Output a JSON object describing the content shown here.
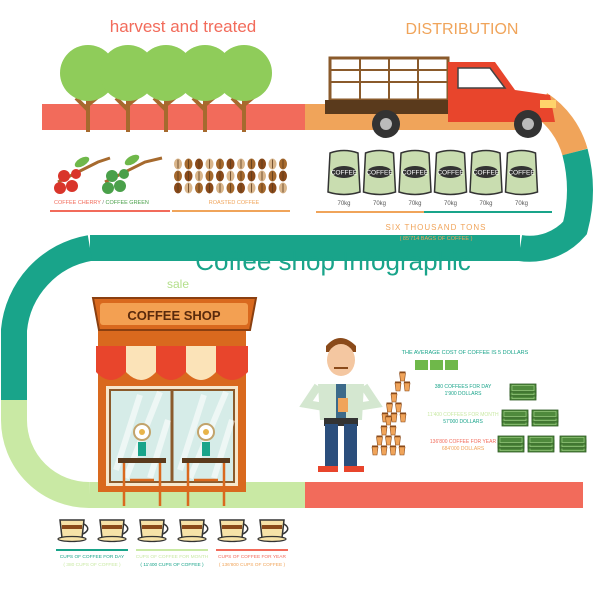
{
  "colors": {
    "salmon": "#f26b5b",
    "orange": "#f0a45a",
    "teal": "#19a48a",
    "lightgreen": "#c9e9a4",
    "tree_green": "#8fcc5a",
    "trunk": "#a66a2e",
    "truck_red": "#e8452c",
    "bag_green": "#c9ddb0",
    "shop_orange": "#d9691e",
    "money_green": "#4f8a3c"
  },
  "headings": {
    "harvest": "harvest and treated",
    "distribution": "DISTRIBUTION",
    "title": "Coffee shop Infographic",
    "sale": "sale"
  },
  "harvest": {
    "cherry_label_red": "COFFEE CHERRY",
    "cherry_sep": " / ",
    "cherry_label_green": "COFFEE GREEN",
    "roasted_label": "ROASTED COFFEE"
  },
  "distribution": {
    "bag_text": "COFFEE",
    "bag_weights": [
      "70kg",
      "70kg",
      "70kg",
      "70kg",
      "70kg",
      "70kg"
    ],
    "tons": "SIX THOUSAND TONS",
    "bags": "( 85'714 BAGS OF COFFEE )"
  },
  "shop": {
    "sign": "COFFEE SHOP"
  },
  "sales": {
    "average_cost": "THE AVERAGE COST OF COFFEE IS 5 DOLLARS",
    "day_line1": "380 COFFEES FOR DAY",
    "day_line2": "1'900 DOLLARS",
    "month_line1": "11'400 COFFEES FOR MONTH",
    "month_line2": "57'000 DOLLARS",
    "year_line1": "136'800 COFFEE FOR YEAR",
    "year_line2": "684'000 DOLLARS"
  },
  "cups": {
    "day": "CUPS OF COFFEE FOR DAY",
    "day_sub": "( 380 CUPS OF COFFEE )",
    "month": "CUPS OF COFFEE FOR MONTH",
    "month_sub": "( 11'400 CUPS OF COFFEE )",
    "year": "CUPS OF COFFEE FOR YEAR",
    "year_sub": "( 136'800 CUPS OF COFFEE )"
  }
}
